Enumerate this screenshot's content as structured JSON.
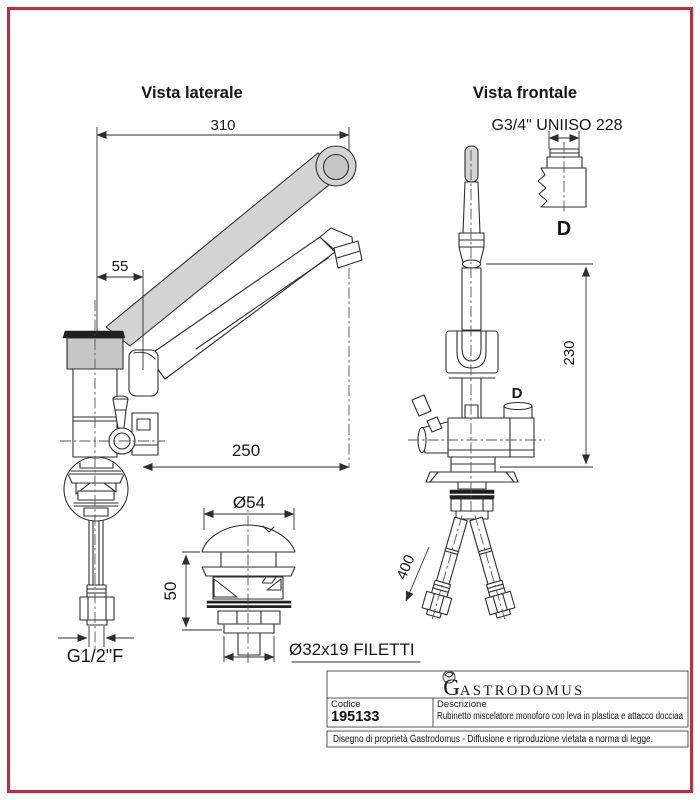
{
  "page": {
    "border_color": "#c62a39",
    "background": "#ffffff"
  },
  "side_view": {
    "title": "Vista laterale",
    "dim_overall": "310",
    "dim_handle": "55",
    "dim_reach": "250",
    "inlet_thread": "G1/2\"F"
  },
  "front_view": {
    "title": "Vista frontale",
    "thread_label": "G3/4\" UNIISO 228",
    "detail_letter": "D",
    "body_detail_letter": "D",
    "dim_height": "230",
    "dim_hose": "400"
  },
  "drain_detail": {
    "dim_diameter": "Ø54",
    "dim_height": "50",
    "thread_label": "Ø32x19 FILETTI"
  },
  "title_block": {
    "logo_initial": "G",
    "logo_rest": "ASTRODOMUS",
    "code_label": "Codice",
    "code_value": "195133",
    "description_label": "Descrizione",
    "description_value": "Rubinetto miscelatore monoforo con leva in plastica e attacco docciaa",
    "legal_notice": "Disegno di proprietà Gastrodomus -  Diffusione e riproduzione vietata a norma di legge."
  }
}
